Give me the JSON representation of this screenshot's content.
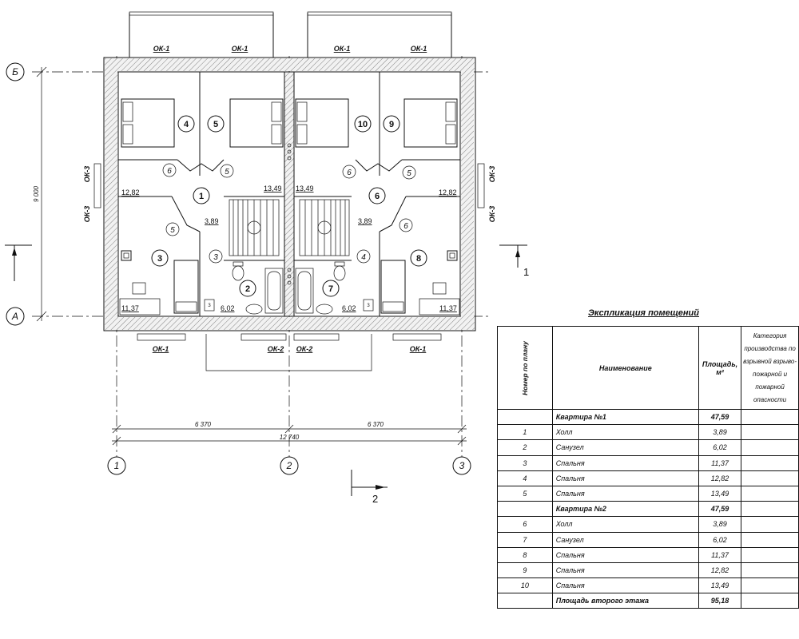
{
  "axes": {
    "rows": [
      "Б",
      "А"
    ],
    "cols": [
      "1",
      "2",
      "3"
    ]
  },
  "dimensions": {
    "height": "9 000",
    "half_left": "6 370",
    "half_right": "6 370",
    "total": "12 740"
  },
  "sections": {
    "s1": "1",
    "s2": "2"
  },
  "windows": {
    "ok1": "ОК-1",
    "ok2": "ОК-2",
    "ok3": "ОК-3"
  },
  "rooms": {
    "r1": "1",
    "r2": "2",
    "r3": "3",
    "r4": "4",
    "r5": "5",
    "r6": "6",
    "r7": "7",
    "r8": "8",
    "r9": "9",
    "r10": "10"
  },
  "doors": {
    "d3": "3",
    "d4": "4",
    "d5": "5",
    "d6": "6"
  },
  "areas": {
    "a1282": "12,82",
    "a1349": "13,49",
    "a389": "3,89",
    "a1137": "11,37",
    "a602": "6,02",
    "small": "3"
  },
  "table": {
    "title": "Экспликация помещений",
    "headers": {
      "num": "Номер по плану",
      "name": "Наименование",
      "area": "Площадь, м²",
      "category": "Категория производства по взрывной взрыво-пожарной и пожарной опасности"
    },
    "rows": [
      {
        "num": "",
        "name": "Квартира №1",
        "area": "47,59",
        "cat": "",
        "bold": true
      },
      {
        "num": "1",
        "name": "Холл",
        "area": "3,89",
        "cat": ""
      },
      {
        "num": "2",
        "name": "Санузел",
        "area": "6,02",
        "cat": ""
      },
      {
        "num": "3",
        "name": "Спальня",
        "area": "11,37",
        "cat": ""
      },
      {
        "num": "4",
        "name": "Спальня",
        "area": "12,82",
        "cat": ""
      },
      {
        "num": "5",
        "name": "Спальня",
        "area": "13,49",
        "cat": ""
      },
      {
        "num": "",
        "name": "Квартира №2",
        "area": "47,59",
        "cat": "",
        "bold": true
      },
      {
        "num": "6",
        "name": "Холл",
        "area": "3,89",
        "cat": ""
      },
      {
        "num": "7",
        "name": "Санузел",
        "area": "6,02",
        "cat": ""
      },
      {
        "num": "8",
        "name": "Спальня",
        "area": "11,37",
        "cat": ""
      },
      {
        "num": "9",
        "name": "Спальня",
        "area": "12,82",
        "cat": ""
      },
      {
        "num": "10",
        "name": "Спальня",
        "area": "13,49",
        "cat": ""
      },
      {
        "num": "",
        "name": "Площадь второго этажа",
        "area": "95,18",
        "cat": "",
        "bold": true
      }
    ]
  }
}
